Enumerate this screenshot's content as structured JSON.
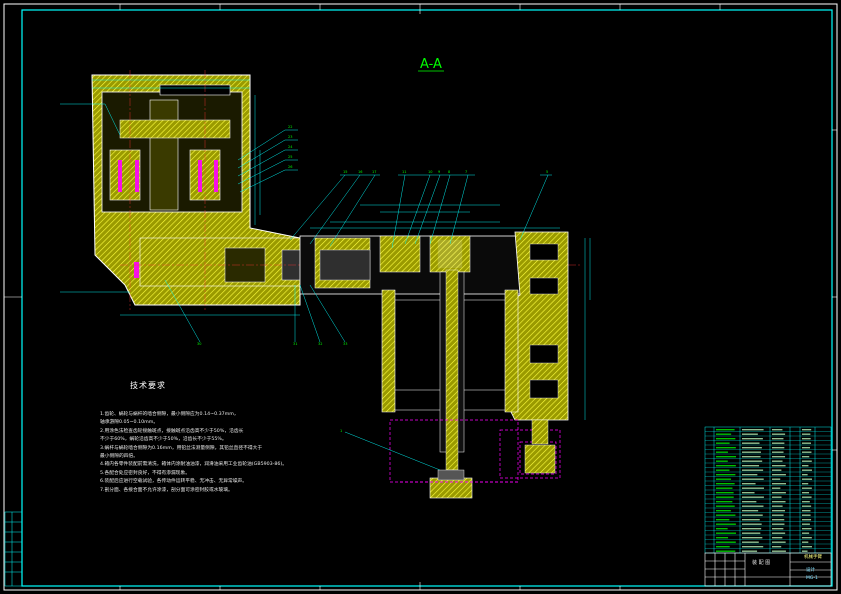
{
  "section_label": "A-A",
  "technical_requirements": {
    "title": "技术要求",
    "items": [
      "1.齿轮、蜗轮与蜗杆的啮合侧隙，最小侧隙应为0.14~0.37mm，",
      "  轴承游隙0.05~0.10mm。",
      "2.用涂色法检查齿轮接触斑点，接触斑点沿齿高不少于50%，沿齿长",
      "  不少于60%，蜗轮沿齿高不少于50%，沿齿长不少于55%。",
      "3.蜗杆与蜗轮啮合侧隙为0.16mm，用铅丝法测量侧隙，其铅丝直径不得大于",
      "  最小侧隙的四倍。",
      "4.箱内各零件装配前需清洗，箱体内涂耐油油漆，润滑油采用工业齿轮油(GB5903-86)。",
      "5.各配合处应密封良好，不得有渗漏现象。",
      "6.装配后应进行空载试验，各传动件运转平稳、无冲击、无异常噪声。",
      "7.剖分面、各接合面不允许涂漆，剖分面可涂密封胶或水玻璃。"
    ]
  },
  "title_block": {
    "title": "装 配 图",
    "subtitle": "机械手臂",
    "drawing_no": "MG-1",
    "company": "设计"
  },
  "colors": {
    "frame": "#00ffff",
    "outline": "#ffffff",
    "part_fill": "#c8c800",
    "hatch": "#e6e600",
    "dim": "#00ffff",
    "label": "#00ff00",
    "dashed": "#ff00ff"
  }
}
